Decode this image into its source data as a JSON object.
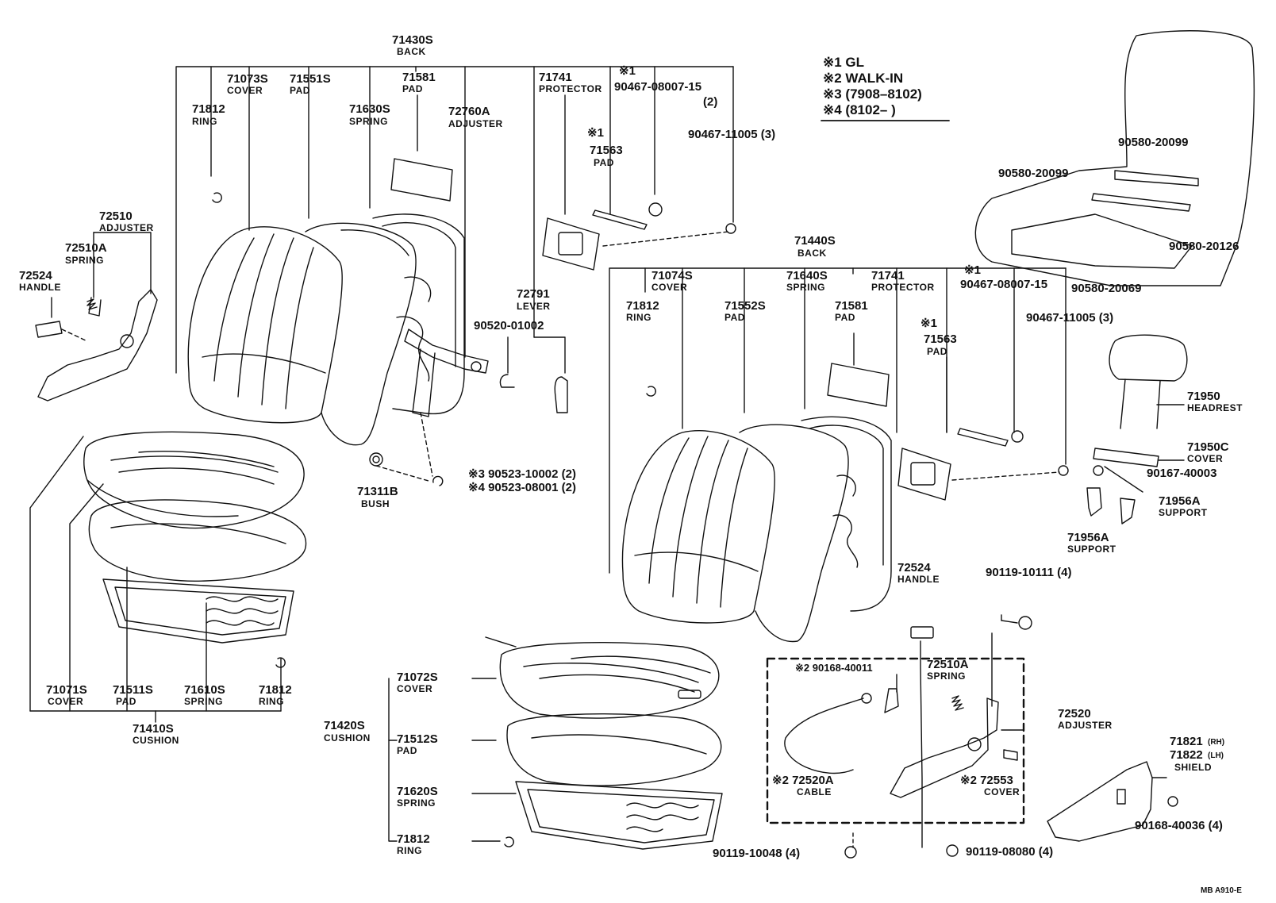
{
  "legend": {
    "l1": "※1 GL",
    "l2": "※2 WALK-IN",
    "l3": "※3 (7908–8102)",
    "l4": "※4 (8102–      )"
  },
  "labels": {
    "p71430S": "71430S",
    "p71430S_n": "BACK",
    "p71073S": "71073S",
    "p71073S_n": "COVER",
    "p71551S": "71551S",
    "p71551S_n": "PAD",
    "p71581a": "71581",
    "p71581a_n": "PAD",
    "p71812a": "71812",
    "p71812a_n": "RING",
    "p71630S": "71630S",
    "p71630S_n": "SPRING",
    "p72760A": "72760A",
    "p72760A_n": "ADJUSTER",
    "p71741a": "71741",
    "p71741a_n": "PROTECTOR",
    "p90467_080a_m": "※1",
    "p90467_080a": "90467-08007-15",
    "p90467_080a_q": "(2)",
    "p90467_110a": "90467-11005 (3)",
    "p71563a_m": "※1",
    "p71563a": "71563",
    "p71563a_n": "PAD",
    "p72510": "72510",
    "p72510_n": "ADJUSTER",
    "p72510A": "72510A",
    "p72510A_n": "SPRING",
    "p72524a": "72524",
    "p72524a_n": "HANDLE",
    "p72791": "72791",
    "p72791_n": "LEVER",
    "p90520": "90520-01002",
    "p90523_100": "※3 90523-10002 (2)",
    "p90523_080": "※4 90523-08001 (2)",
    "p71311B": "71311B",
    "p71311B_n": "BUSH",
    "p71071S": "71071S",
    "p71071S_n": "COVER",
    "p71511S": "71511S",
    "p71511S_n": "PAD",
    "p71610S": "71610S",
    "p71610S_n": "SPRING",
    "p71812b": "71812",
    "p71812b_n": "RING",
    "p71410S": "71410S",
    "p71410S_n": "CUSHION",
    "p90580_099a": "90580-20099",
    "p90580_099b": "90580-20099",
    "p90580_126": "90580-20126",
    "p90580_069": "90580-20069",
    "p71440S": "71440S",
    "p71440S_n": "BACK",
    "p71074S": "71074S",
    "p71074S_n": "COVER",
    "p71640S": "71640S",
    "p71640S_n": "SPRING",
    "p71741b": "71741",
    "p71741b_n": "PROTECTOR",
    "p90467_080b_m": "※1",
    "p90467_080b": "90467-08007-15",
    "p71812c": "71812",
    "p71812c_n": "RING",
    "p71552S": "71552S",
    "p71552S_n": "PAD",
    "p71581b": "71581",
    "p71581b_n": "PAD",
    "p71563b_m": "※1",
    "p71563b": "71563",
    "p71563b_n": "PAD",
    "p90467_110b": "90467-11005 (3)",
    "p71950": "71950",
    "p71950_n": "HEADREST",
    "p71950C": "71950C",
    "p71950C_n": "COVER",
    "p90167": "90167-40003",
    "p71956Aa": "71956A",
    "p71956Aa_n": "SUPPORT",
    "p71956Ab": "71956A",
    "p71956Ab_n": "SUPPORT",
    "p72524b": "72524",
    "p72524b_n": "HANDLE",
    "p90119_111": "90119-10111 (4)",
    "p90168_011": "※2 90168-40011",
    "p72510Ab": "72510A",
    "p72510Ab_n": "SPRING",
    "p72520": "72520",
    "p72520_n": "ADJUSTER",
    "p72520A": "※2 72520A",
    "p72520A_n": "CABLE",
    "p72553": "※2 72553",
    "p72553_n": "COVER",
    "p71821": "71821",
    "p71821_s": "(RH)",
    "p71822": "71822",
    "p71822_s": "(LH)",
    "p71821_n": "SHIELD",
    "p90168_036": "90168-40036 (4)",
    "p90119_048": "90119-10048 (4)",
    "p90119_080": "90119-08080 (4)",
    "p71420S": "71420S",
    "p71420S_n": "CUSHION",
    "p71072S": "71072S",
    "p71072S_n": "COVER",
    "p71512S": "71512S",
    "p71512S_n": "PAD",
    "p71620S": "71620S",
    "p71620S_n": "SPRING",
    "p71812d": "71812",
    "p71812d_n": "RING"
  },
  "footer": {
    "code": "MB  A910-E"
  }
}
